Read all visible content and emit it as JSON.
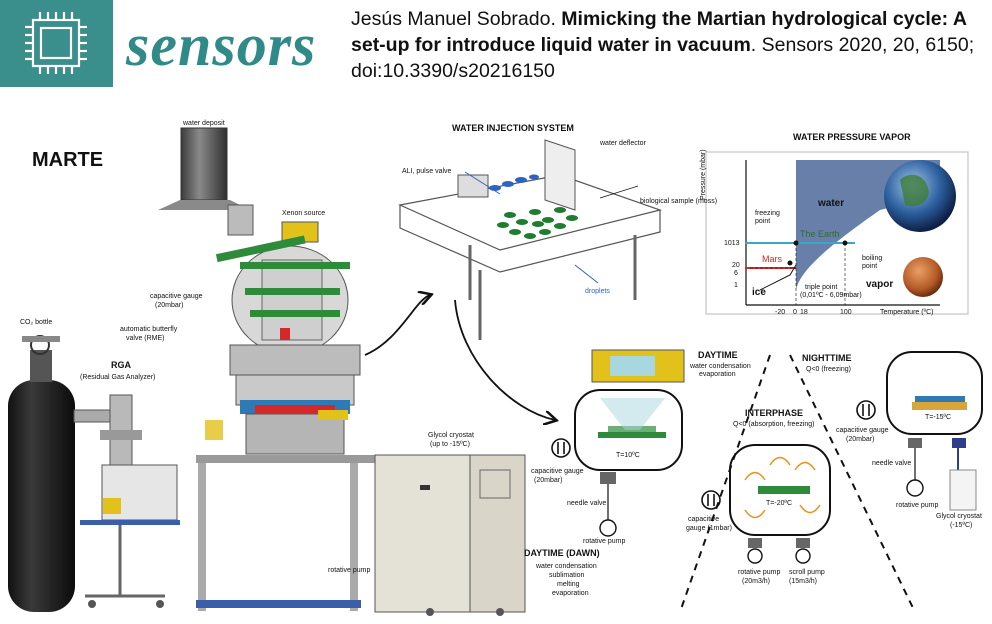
{
  "header": {
    "journal_name": "sensors",
    "author": "Jesús Manuel Sobrado. ",
    "title": "Mimicking the Martian hydrological cycle: A set-up for introduce liquid water in vacuum",
    "reference": ". Sensors 2020, 20, 6150; doi:10.3390/s20216150"
  },
  "apparatus": {
    "marte": "MARTE",
    "water_deposit": "water deposit",
    "xenon_source": "Xenon source",
    "capacitive_gauge": "capacitive gauge",
    "capacitive_gauge_range": "(20mbar)",
    "butterfly_valve": "automatic butterfly",
    "butterfly_valve_2": "valve (RME)",
    "co2_bottle": "CO₂ bottle",
    "rga": "RGA",
    "rga_full": "(Residual Gas Analyzer)",
    "glycol_cryostat": "Glycol cryostat",
    "glycol_cryostat_range": "(up to -15ºC)",
    "rotative_pump": "rotative pump"
  },
  "injection": {
    "title": "WATER INJECTION SYSTEM",
    "pulse_valve": "ALI, pulse valve",
    "deflector": "water deflector",
    "sample": "biological sample (moss)",
    "droplets": "droplets"
  },
  "pressure_chart": {
    "title": "WATER PRESSURE VAPOR",
    "y_label": "Pressure (mbar)",
    "x_label": "Temperature (ºC)",
    "region_water": "water",
    "region_vapor": "vapor",
    "region_ice": "ice",
    "earth_label": "The Earth",
    "mars_label": "Mars",
    "freezing": "freezing",
    "freezing_2": "point",
    "boiling": "boiling",
    "boiling_2": "point",
    "triple": "triple point",
    "triple_2": "(0,01ºC - 6,09mbar)",
    "y_ticks": [
      "1013",
      "20",
      "6",
      "1"
    ],
    "x_ticks": [
      "-20",
      "0",
      "18",
      "100"
    ],
    "colors": {
      "earth_line": "#3aa7c9",
      "mars_line": "#d62828",
      "water_fill": "#4d6a9a"
    }
  },
  "cycle": {
    "daytime_title": "DAYTIME",
    "daytime_sub": "water condensation",
    "daytime_sub_2": "evaporation",
    "nighttime_title": "NIGHTTIME",
    "nighttime_sub": "Q<0 (freezing)",
    "interphase_title": "INTERPHASE",
    "interphase_sub": "Q<0 (absorption, freezing)",
    "dawn_title": "DAYTIME (DAWN)",
    "dawn_sub": [
      "water condensation",
      "sublimation",
      "melting",
      "evaporation"
    ],
    "temp_dawn": "T=10ºC",
    "temp_inter": "T=-20ºC",
    "temp_night": "T=-15ºC",
    "cap_gauge": "capacitive gauge",
    "cap_20mbar": "(20mbar)",
    "cap_gauge_b": "capacitive",
    "cap_1mbar": "gauge (1mbar)",
    "needle_valve": "needle valve",
    "rotative_pump": "rotative pump",
    "rotative_pump_rate": "(20m3/h)",
    "scroll_pump": "scroll pump",
    "scroll_pump_rate": "(15m3/h)",
    "glycol": "Glycol cryostat",
    "glycol_temp": "(-15ºC)"
  }
}
